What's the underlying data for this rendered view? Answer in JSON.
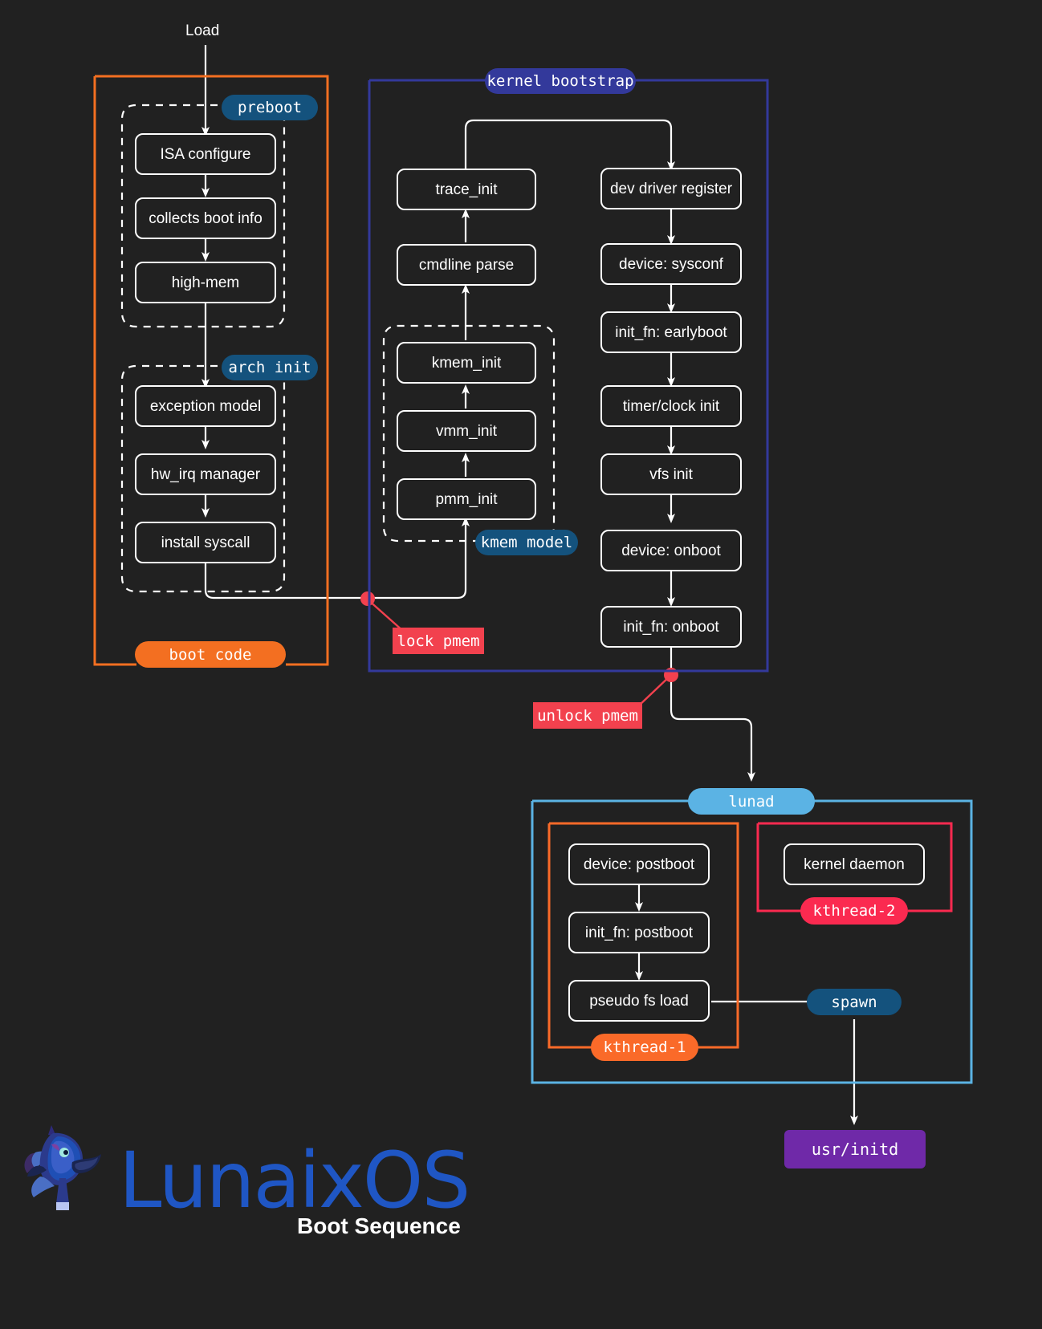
{
  "diagram": {
    "entry_label": "Load",
    "title": "Boot Sequence",
    "brand": "LunaixOS"
  },
  "colors": {
    "background": "#212121",
    "node_stroke": "#ffffff",
    "boot_code": "#f36f21",
    "kernel_bootstrap": "#33399b",
    "stage_pill": "#14527d",
    "lock_red": "#f2414e",
    "lunad_blue": "#5bb3e4",
    "kthread1_orange": "#fa6a29",
    "kthread2_pink": "#fb2a50",
    "initd_purple": "#6f29a8",
    "brand_blue": "#1f56c4"
  },
  "groups": {
    "boot_code": {
      "label": "boot code"
    },
    "kernel_bootstrap": {
      "label": "kernel bootstrap"
    },
    "preboot": {
      "label": "preboot"
    },
    "arch_init": {
      "label": "arch init"
    },
    "kmem_model": {
      "label": "kmem model"
    },
    "lunad": {
      "label": "lunad"
    },
    "kthread_1": {
      "label": "kthread-1"
    },
    "kthread_2": {
      "label": "kthread-2"
    }
  },
  "annotations": {
    "lock_pmem": "lock pmem",
    "unlock_pmem": "unlock pmem",
    "spawn": "spawn",
    "usr_initd": "usr/initd"
  },
  "nodes": {
    "preboot": [
      {
        "id": "isa-configure",
        "label": "ISA configure"
      },
      {
        "id": "collects-boot-info",
        "label": "collects boot info"
      },
      {
        "id": "high-mem",
        "label": "high-mem"
      }
    ],
    "arch_init": [
      {
        "id": "exception-model",
        "label": "exception model"
      },
      {
        "id": "hw-irq-manager",
        "label": "hw_irq manager"
      },
      {
        "id": "install-syscall",
        "label": "install syscall"
      }
    ],
    "kmem_left": [
      {
        "id": "trace-init",
        "label": "trace_init"
      },
      {
        "id": "cmdline-parse",
        "label": "cmdline parse"
      },
      {
        "id": "kmem-init",
        "label": "kmem_init"
      },
      {
        "id": "vmm-init",
        "label": "vmm_init"
      },
      {
        "id": "pmm-init",
        "label": "pmm_init"
      }
    ],
    "boot_right": [
      {
        "id": "dev-driver-register",
        "label": "dev driver register"
      },
      {
        "id": "device-sysconf",
        "label": "device: sysconf"
      },
      {
        "id": "init-fn-earlyboot",
        "label": "init_fn: earlyboot"
      },
      {
        "id": "timer-clock-init",
        "label": "timer/clock init"
      },
      {
        "id": "vfs-init",
        "label": "vfs init"
      },
      {
        "id": "device-onboot",
        "label": "device: onboot"
      },
      {
        "id": "init-fn-onboot",
        "label": "init_fn: onboot"
      }
    ],
    "kthread_1": [
      {
        "id": "device-postboot",
        "label": "device: postboot"
      },
      {
        "id": "init-fn-postboot",
        "label": "init_fn: postboot"
      },
      {
        "id": "pseudo-fs-load",
        "label": "pseudo fs load"
      }
    ],
    "kthread_2": [
      {
        "id": "kernel-daemon",
        "label": "kernel daemon"
      }
    ]
  }
}
